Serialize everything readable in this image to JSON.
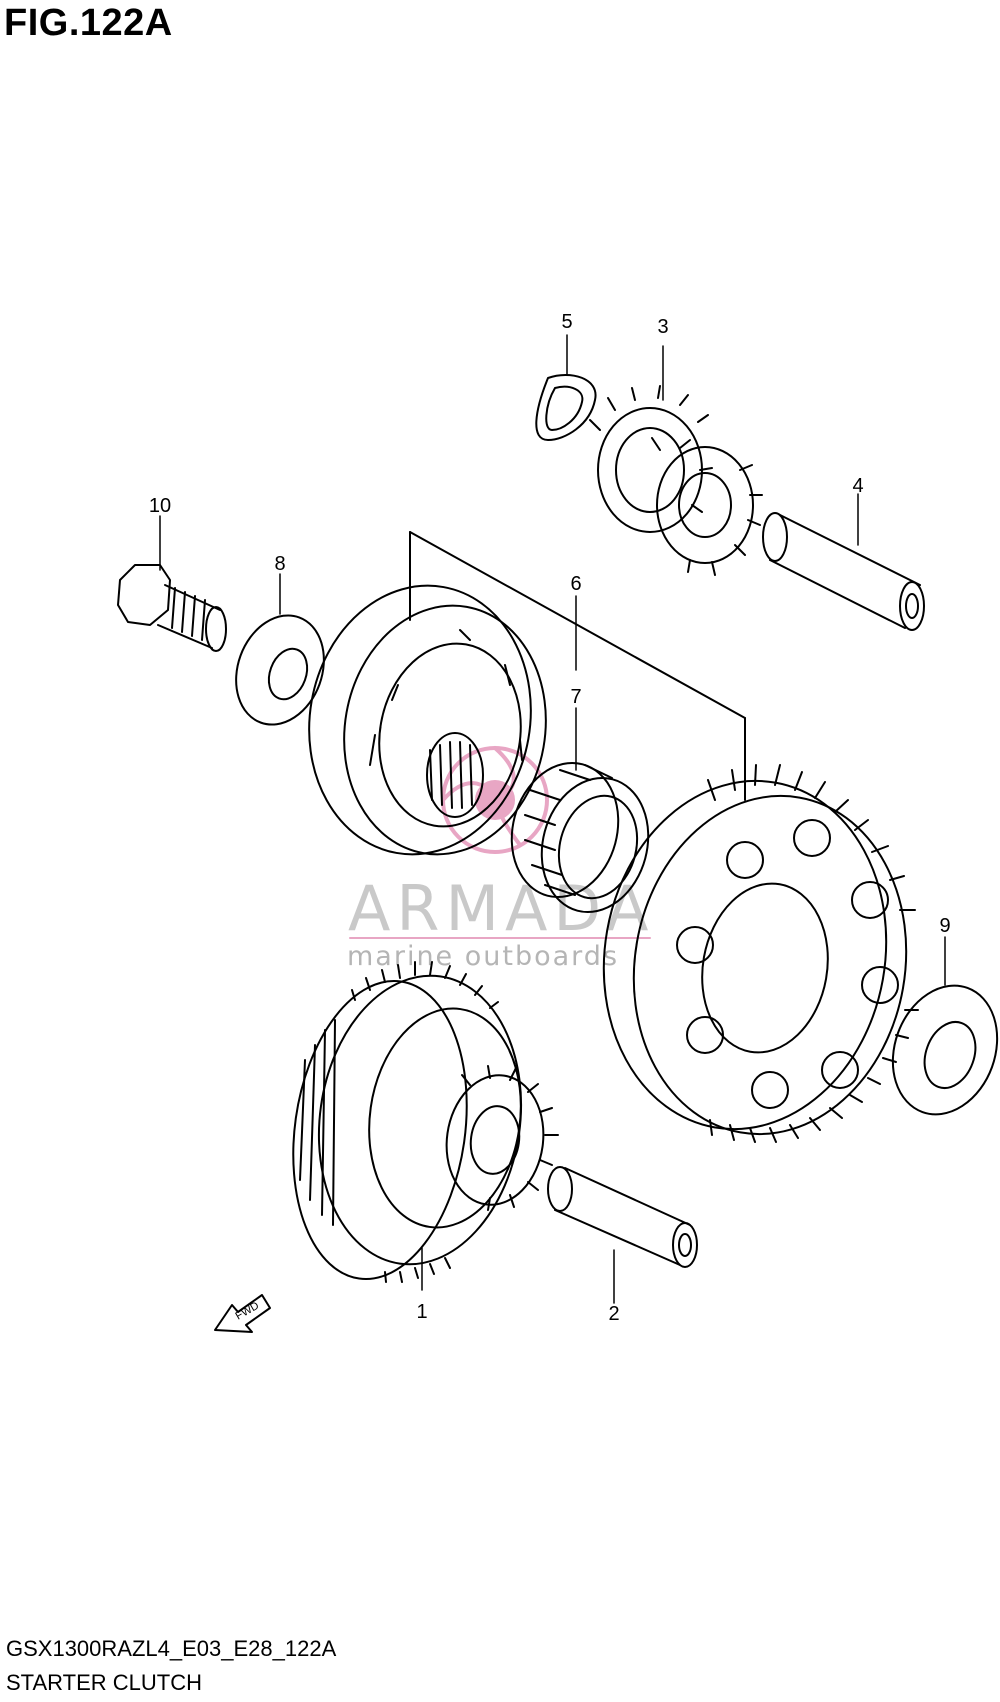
{
  "figure_title": "FIG.122A",
  "model_code": "GSX1300RAZL4_E03_E28_122A",
  "section_name": "STARTER CLUTCH",
  "callouts": [
    "1",
    "2",
    "3",
    "4",
    "5",
    "6",
    "7",
    "8",
    "9",
    "10"
  ],
  "watermark": {
    "brand": "ARMADA",
    "tagline": "marine outboards"
  },
  "direction_label": "FWD",
  "colors": {
    "line": "#000000",
    "watermark_text": "#c9c9c9",
    "watermark_logo": "#e8a6c4"
  }
}
